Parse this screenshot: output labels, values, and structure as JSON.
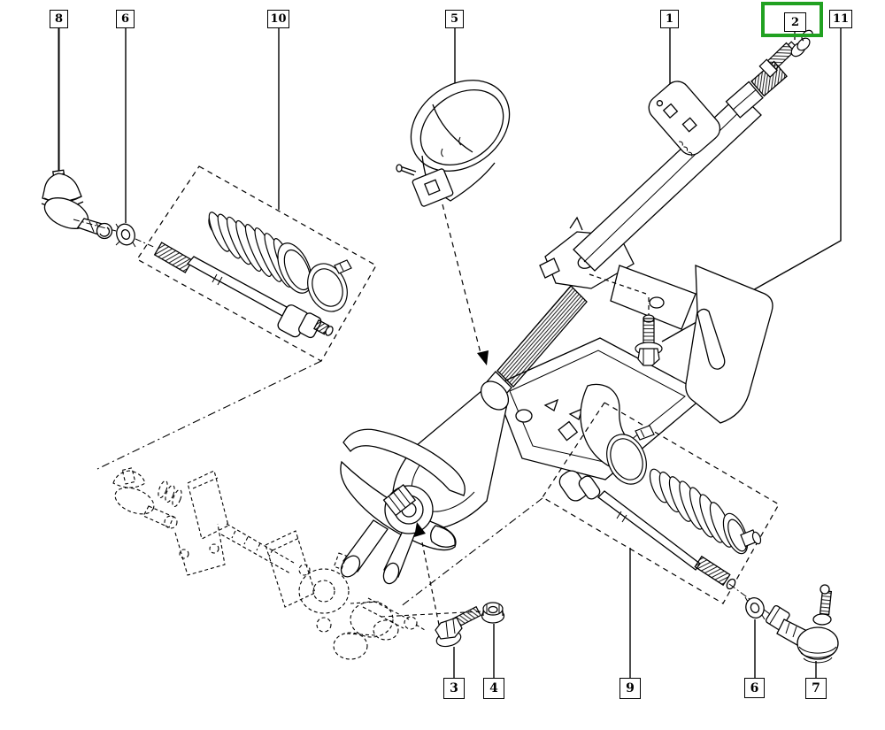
{
  "diagram": {
    "callouts": [
      {
        "label": "8"
      },
      {
        "label": "6"
      },
      {
        "label": "10"
      },
      {
        "label": "5"
      },
      {
        "label": "1"
      },
      {
        "label": "2",
        "highlighted": true
      },
      {
        "label": "11"
      },
      {
        "label": "3"
      },
      {
        "label": "4"
      },
      {
        "label": "9"
      },
      {
        "label": "6"
      },
      {
        "label": "7"
      }
    ],
    "highlighted_callout": "2",
    "colors": {
      "background": "#ffffff",
      "line": "#000000",
      "highlight_box": "#21a121"
    }
  }
}
